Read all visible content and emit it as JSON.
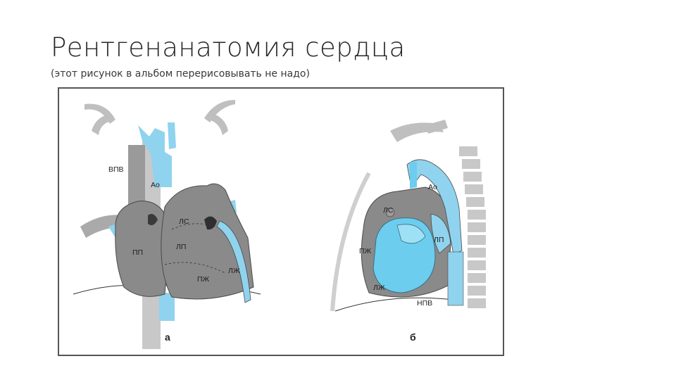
{
  "slide": {
    "title": "Рентгенанатомия сердца",
    "subtitle": "(этот рисунок в альбом перерисовывать не надо)"
  },
  "figure": {
    "panel_a": {
      "letter": "а",
      "labels": {
        "svc": "ВПВ",
        "aorta": "Ао",
        "left_appendage": "ЛС",
        "left_atrium": "ЛП",
        "right_atrium": "ПП",
        "right_ventricle": "ПЖ",
        "left_ventricle": "ЛЖ"
      }
    },
    "panel_b": {
      "letter": "б",
      "labels": {
        "aorta": "Ао",
        "left_appendage": "ЛС",
        "left_atrium": "ЛП",
        "right_ventricle": "ПЖ",
        "left_ventricle": "ЛЖ",
        "ivc": "НПВ"
      }
    }
  },
  "colors": {
    "vessel_blue": "#8fd3ee",
    "chamber_blue": "#6ccdee",
    "heart_grey": "#8a8a8a",
    "bone_grey": "#bfbfbf"
  }
}
